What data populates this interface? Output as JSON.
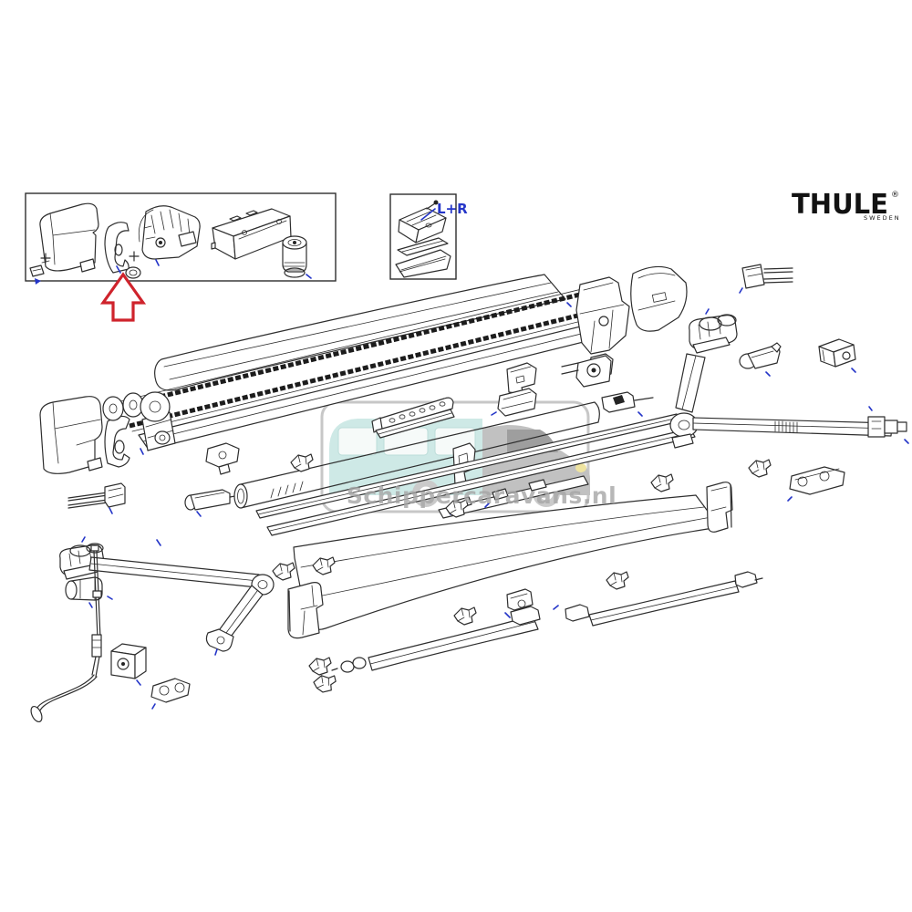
{
  "brand": {
    "name": "THULE",
    "registered": "®",
    "country": "SWEDEN"
  },
  "labels": {
    "left_right": "L+R"
  },
  "watermark": {
    "text": "Schippercaravans.nl"
  },
  "colors": {
    "background": "#ffffff",
    "line": "#2e2e2e",
    "dark": "#1c1c1c",
    "accent_blue": "#2435c8",
    "arrow_red": "#cf232c",
    "logo_black": "#121212",
    "watermark_teal": "#a7d8d2",
    "watermark_window": "#f0f7f5",
    "watermark_cab_gray": "#8f8f8f",
    "watermark_windshield": "#4f4f4f",
    "watermark_text_gray": "#a6a6a6",
    "watermark_border_gray": "#9a9a9a",
    "headlight_yellow": "#e2cf55"
  }
}
